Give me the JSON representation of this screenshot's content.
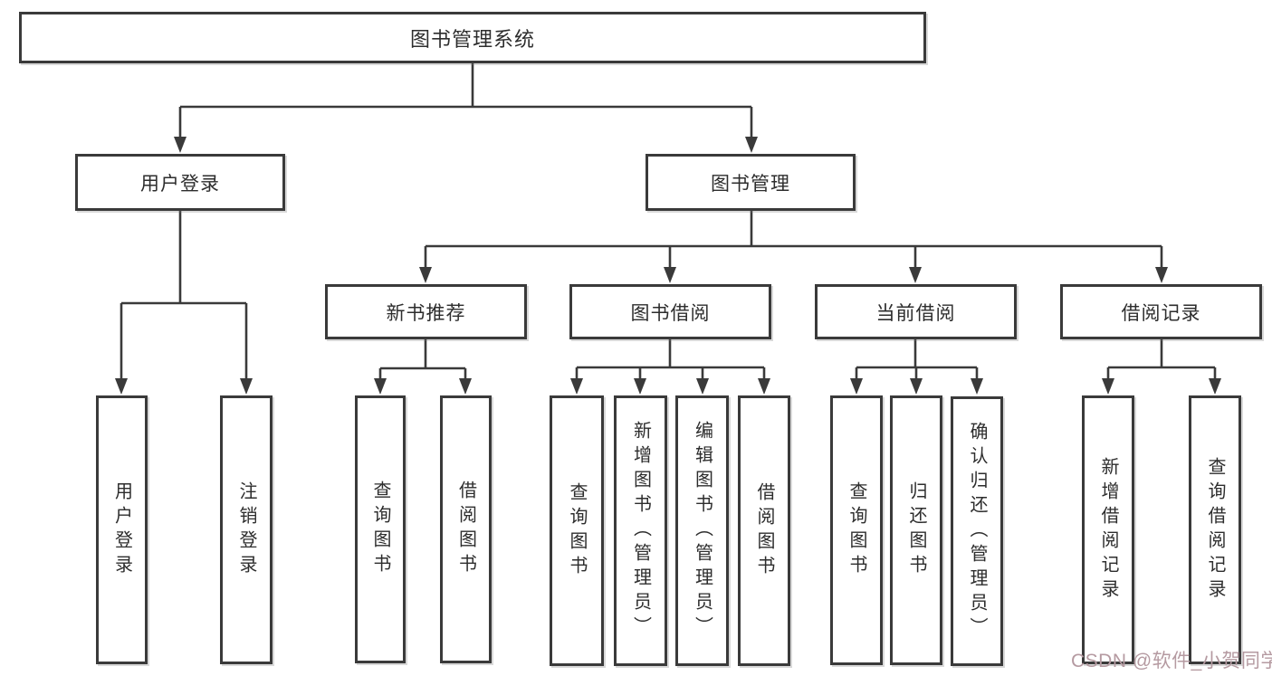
{
  "root": {
    "label": "图书管理系统"
  },
  "level2": [
    {
      "label": "用户登录",
      "children": [
        "用户登录",
        "注销登录"
      ]
    },
    {
      "label": "图书管理",
      "children": [
        {
          "label": "新书推荐",
          "children": [
            "查询图书",
            "借阅图书"
          ]
        },
        {
          "label": "图书借阅",
          "children": [
            "查询图书",
            "新增图书（管理员）",
            "编辑图书（管理员）",
            "借阅图书"
          ]
        },
        {
          "label": "当前借阅",
          "children": [
            "查询图书",
            "归还图书",
            "确认归还（管理员）"
          ]
        },
        {
          "label": "借阅记录",
          "children": [
            "新增借阅记录",
            "查询借阅记录"
          ]
        }
      ]
    }
  ],
  "watermark": "CSDN @软件_小贺同学",
  "colors": {
    "line": "#3a3a3a",
    "box_border": "#3a3a3a",
    "text": "#2d2d2d",
    "background": "#ffffff",
    "watermark": "#b59aa1"
  }
}
